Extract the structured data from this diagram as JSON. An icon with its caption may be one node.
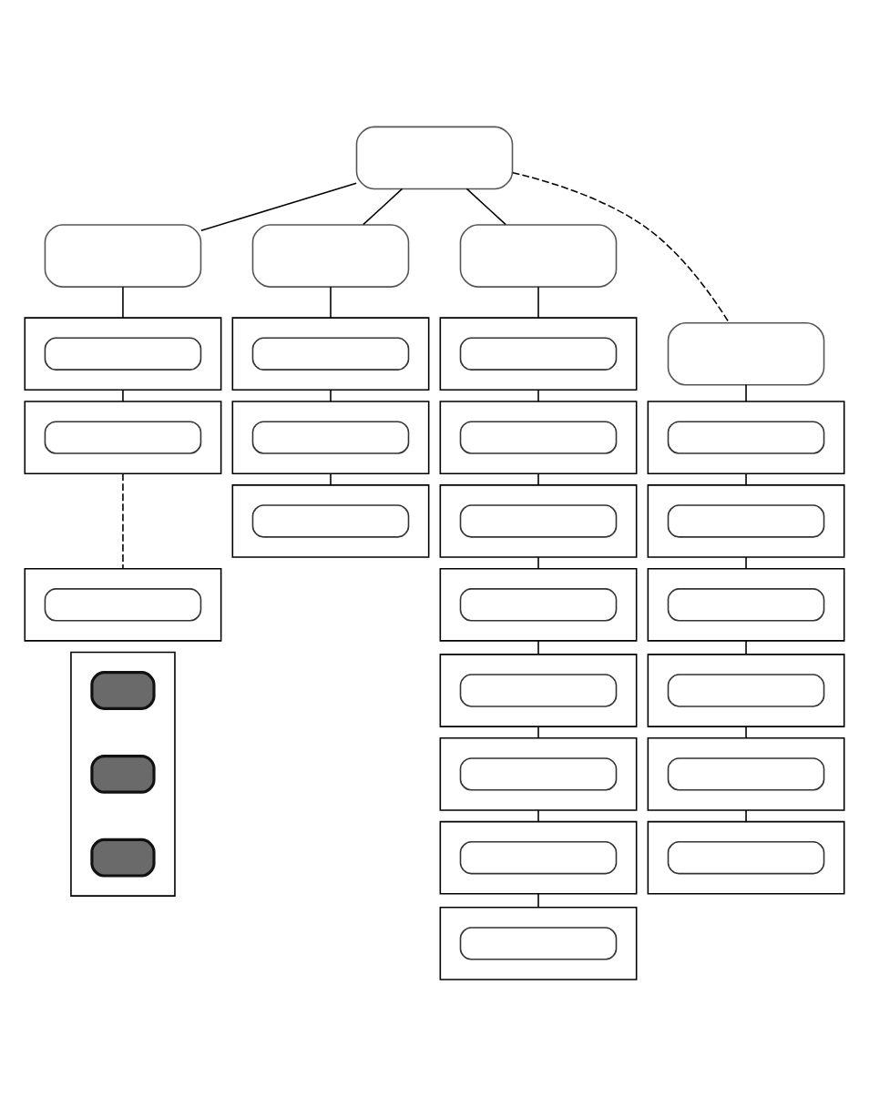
{
  "diagram": {
    "nodes": [
      {
        "text": [],
        "shape": "pill"
      },
      {
        "text": [],
        "shape": "pill"
      },
      {
        "text": [],
        "shape": "pill"
      },
      {
        "text": [],
        "shape": "pill"
      },
      {
        "text": [],
        "shape": "pill"
      },
      {
        "text": [],
        "shape": "box"
      },
      {
        "text": [],
        "shape": "box",
        "in": 5
      },
      {
        "text": [],
        "shape": "box"
      },
      {
        "text": [],
        "shape": "box",
        "in": 7
      },
      {
        "text": [],
        "shape": "box"
      },
      {
        "text": [],
        "shape": "box",
        "in": 9
      },
      {
        "text": [],
        "shape": "box"
      },
      {
        "text": [],
        "shape": "box",
        "in": 11
      },
      {
        "text": [],
        "shape": "box"
      },
      {
        "text": [],
        "shape": "box",
        "in": 13
      },
      {
        "text": [],
        "shape": "box"
      },
      {
        "text": [],
        "shape": "box",
        "in": 15
      },
      {
        "text": [],
        "shape": "box"
      },
      {
        "text": [],
        "shape": "box",
        "in": 17
      },
      {
        "text": [],
        "shape": "box"
      },
      {
        "text": [],
        "shape": "box",
        "in": 19
      },
      {
        "text": [],
        "shape": "box"
      },
      {
        "text": [],
        "shape": "box",
        "in": 21
      },
      {
        "text": [],
        "shape": "box"
      },
      {
        "text": [],
        "shape": "box",
        "in": 23
      },
      {
        "text": [],
        "shape": "box"
      },
      {
        "text": [],
        "shape": "box",
        "in": 25
      },
      {
        "text": [],
        "shape": "box"
      },
      {
        "text": [],
        "shape": "box",
        "in": 27
      },
      {
        "text": [],
        "shape": "box"
      },
      {
        "text": [],
        "shape": "box",
        "in": 29
      },
      {
        "text": [],
        "shape": "box"
      },
      {
        "text": [],
        "shape": "box",
        "in": 31
      },
      {
        "text": [],
        "shape": "box"
      },
      {
        "text": [],
        "shape": "box",
        "in": 33
      },
      {
        "text": [],
        "shape": "box"
      },
      {
        "text": [],
        "shape": "box",
        "in": 35
      },
      {
        "text": [],
        "shape": "box"
      },
      {
        "text": [],
        "shape": "box",
        "in": 37
      },
      {
        "text": [],
        "shape": "box"
      },
      {
        "text": [],
        "shape": "box",
        "in": 39
      },
      {
        "text": [],
        "shape": "box"
      },
      {
        "text": [],
        "shape": "box",
        "in": 41
      },
      {
        "text": [],
        "shape": "box"
      },
      {
        "text": [],
        "shape": "box",
        "in": 43
      },
      {
        "text": [],
        "shape": "box"
      },
      {
        "text": [],
        "shape": "pill",
        "in": 45
      },
      {
        "text": [],
        "shape": "pill",
        "in": 45
      },
      {
        "text": [],
        "shape": "pill",
        "in": 45
      }
    ],
    "edges": [
      {
        "from": 0,
        "to": 1,
        "arrow": "none"
      },
      {
        "from": 0,
        "to": 2,
        "arrow": "none"
      },
      {
        "from": 0,
        "to": 3,
        "arrow": "none"
      },
      {
        "from": 0,
        "to": 4,
        "arrow": "none",
        "style": "dashed"
      },
      {
        "from": 1,
        "to": 5,
        "arrow": "none"
      },
      {
        "from": 5,
        "to": 7,
        "arrow": "none"
      },
      {
        "from": 7,
        "to": 9,
        "arrow": "none",
        "style": "dashed"
      },
      {
        "from": 2,
        "to": 11,
        "arrow": "none"
      },
      {
        "from": 11,
        "to": 13,
        "arrow": "none"
      },
      {
        "from": 13,
        "to": 15,
        "arrow": "none"
      },
      {
        "from": 3,
        "to": 17,
        "arrow": "none"
      },
      {
        "from": 17,
        "to": 19,
        "arrow": "none"
      },
      {
        "from": 19,
        "to": 21,
        "arrow": "none"
      },
      {
        "from": 21,
        "to": 23,
        "arrow": "none"
      },
      {
        "from": 23,
        "to": 25,
        "arrow": "none"
      },
      {
        "from": 25,
        "to": 27,
        "arrow": "none"
      },
      {
        "from": 27,
        "to": 29,
        "arrow": "none"
      },
      {
        "from": 29,
        "to": 31,
        "arrow": "none"
      },
      {
        "from": 4,
        "to": 33,
        "arrow": "none"
      },
      {
        "from": 33,
        "to": 35,
        "arrow": "none"
      },
      {
        "from": 35,
        "to": 37,
        "arrow": "none"
      },
      {
        "from": 37,
        "to": 39,
        "arrow": "none"
      },
      {
        "from": 39,
        "to": 41,
        "arrow": "none"
      },
      {
        "from": 41,
        "to": 43,
        "arrow": "none"
      }
    ]
  }
}
